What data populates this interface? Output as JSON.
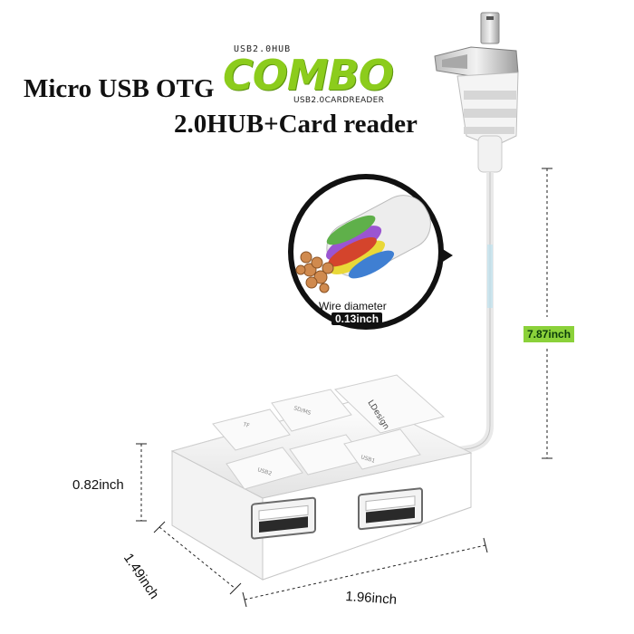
{
  "title": {
    "line1": "Micro USB OTG",
    "line2": "2.0HUB+Card reader"
  },
  "logo": {
    "top": "USB2.0HUB",
    "main": "COMBO",
    "bottom": "USB2.0CARDREADER"
  },
  "wire": {
    "label": "Wire diameter",
    "value": "0.13inch"
  },
  "dimensions": {
    "cable_length": "7.87inch",
    "height": "0.82inch",
    "width": "1.96inch",
    "depth": "1.49inch"
  },
  "device": {
    "brand": "LDesign",
    "slots": [
      "TF",
      "SD/MS",
      "USB1",
      "USB2"
    ]
  },
  "colors": {
    "logo_green": "#8ccc1c",
    "cable_length_badge": "#8bd13a"
  }
}
